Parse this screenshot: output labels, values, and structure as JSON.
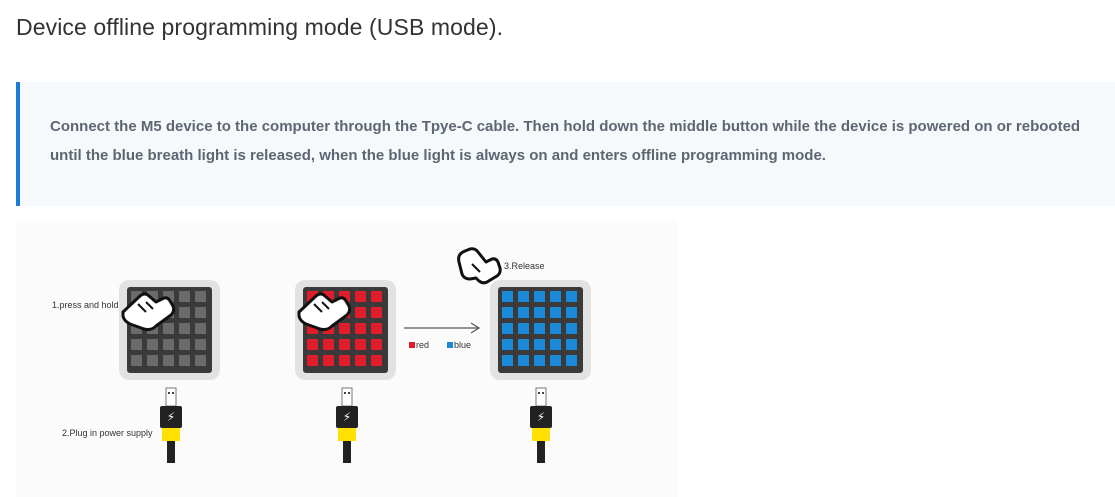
{
  "page": {
    "title": "Device offline programming mode (USB mode).",
    "note": "Connect the M5 device to the computer through the Tpye-C cable. Then hold down the middle button while the device is powered on or rebooted until the blue breath light is released, when the blue light is always on and enters offline programming mode."
  },
  "illustration": {
    "step1_label": "1.press and hold",
    "step2_label": "2.Plug in power supply",
    "step3_label": "3.Release",
    "legend_red": "red",
    "legend_blue": "blue",
    "colors": {
      "led_off": "#6b6b6b",
      "led_red": "#e11d2a",
      "led_blue": "#1a8ad8",
      "cable_yellow": "#ffe000",
      "device_frame": "#e2e2e2",
      "device_body": "#3a3a3a"
    },
    "icons": [
      "hand-pointer-icon",
      "hand-pointer-icon",
      "hand-release-icon",
      "usb-icon",
      "arrow-right-icon"
    ]
  }
}
